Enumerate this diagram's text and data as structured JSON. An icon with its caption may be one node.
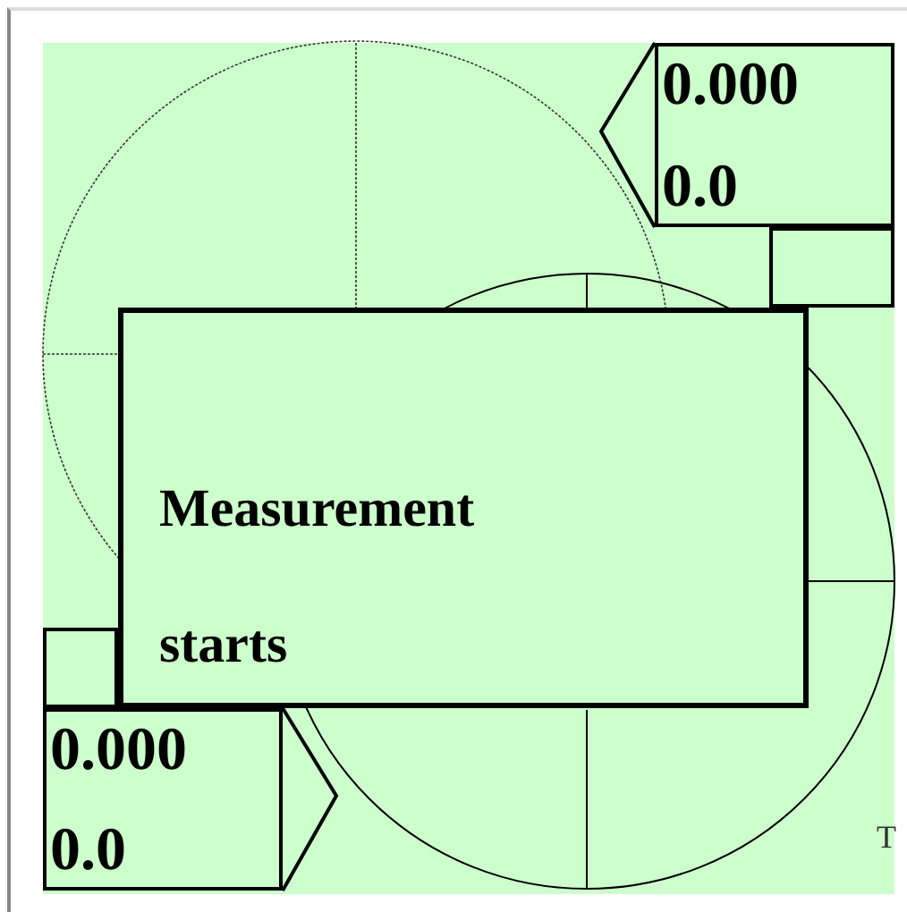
{
  "diagram": {
    "nodes": [
      {
        "text": [
          "0.000",
          "0.0"
        ]
      },
      {
        "text": [],
        "shape": "box"
      },
      {
        "text": [
          "Measurement starts"
        ]
      },
      {
        "text": [],
        "shape": "box"
      },
      {
        "text": [
          "0.000",
          "0.0"
        ]
      }
    ],
    "labels": [
      "T"
    ]
  }
}
